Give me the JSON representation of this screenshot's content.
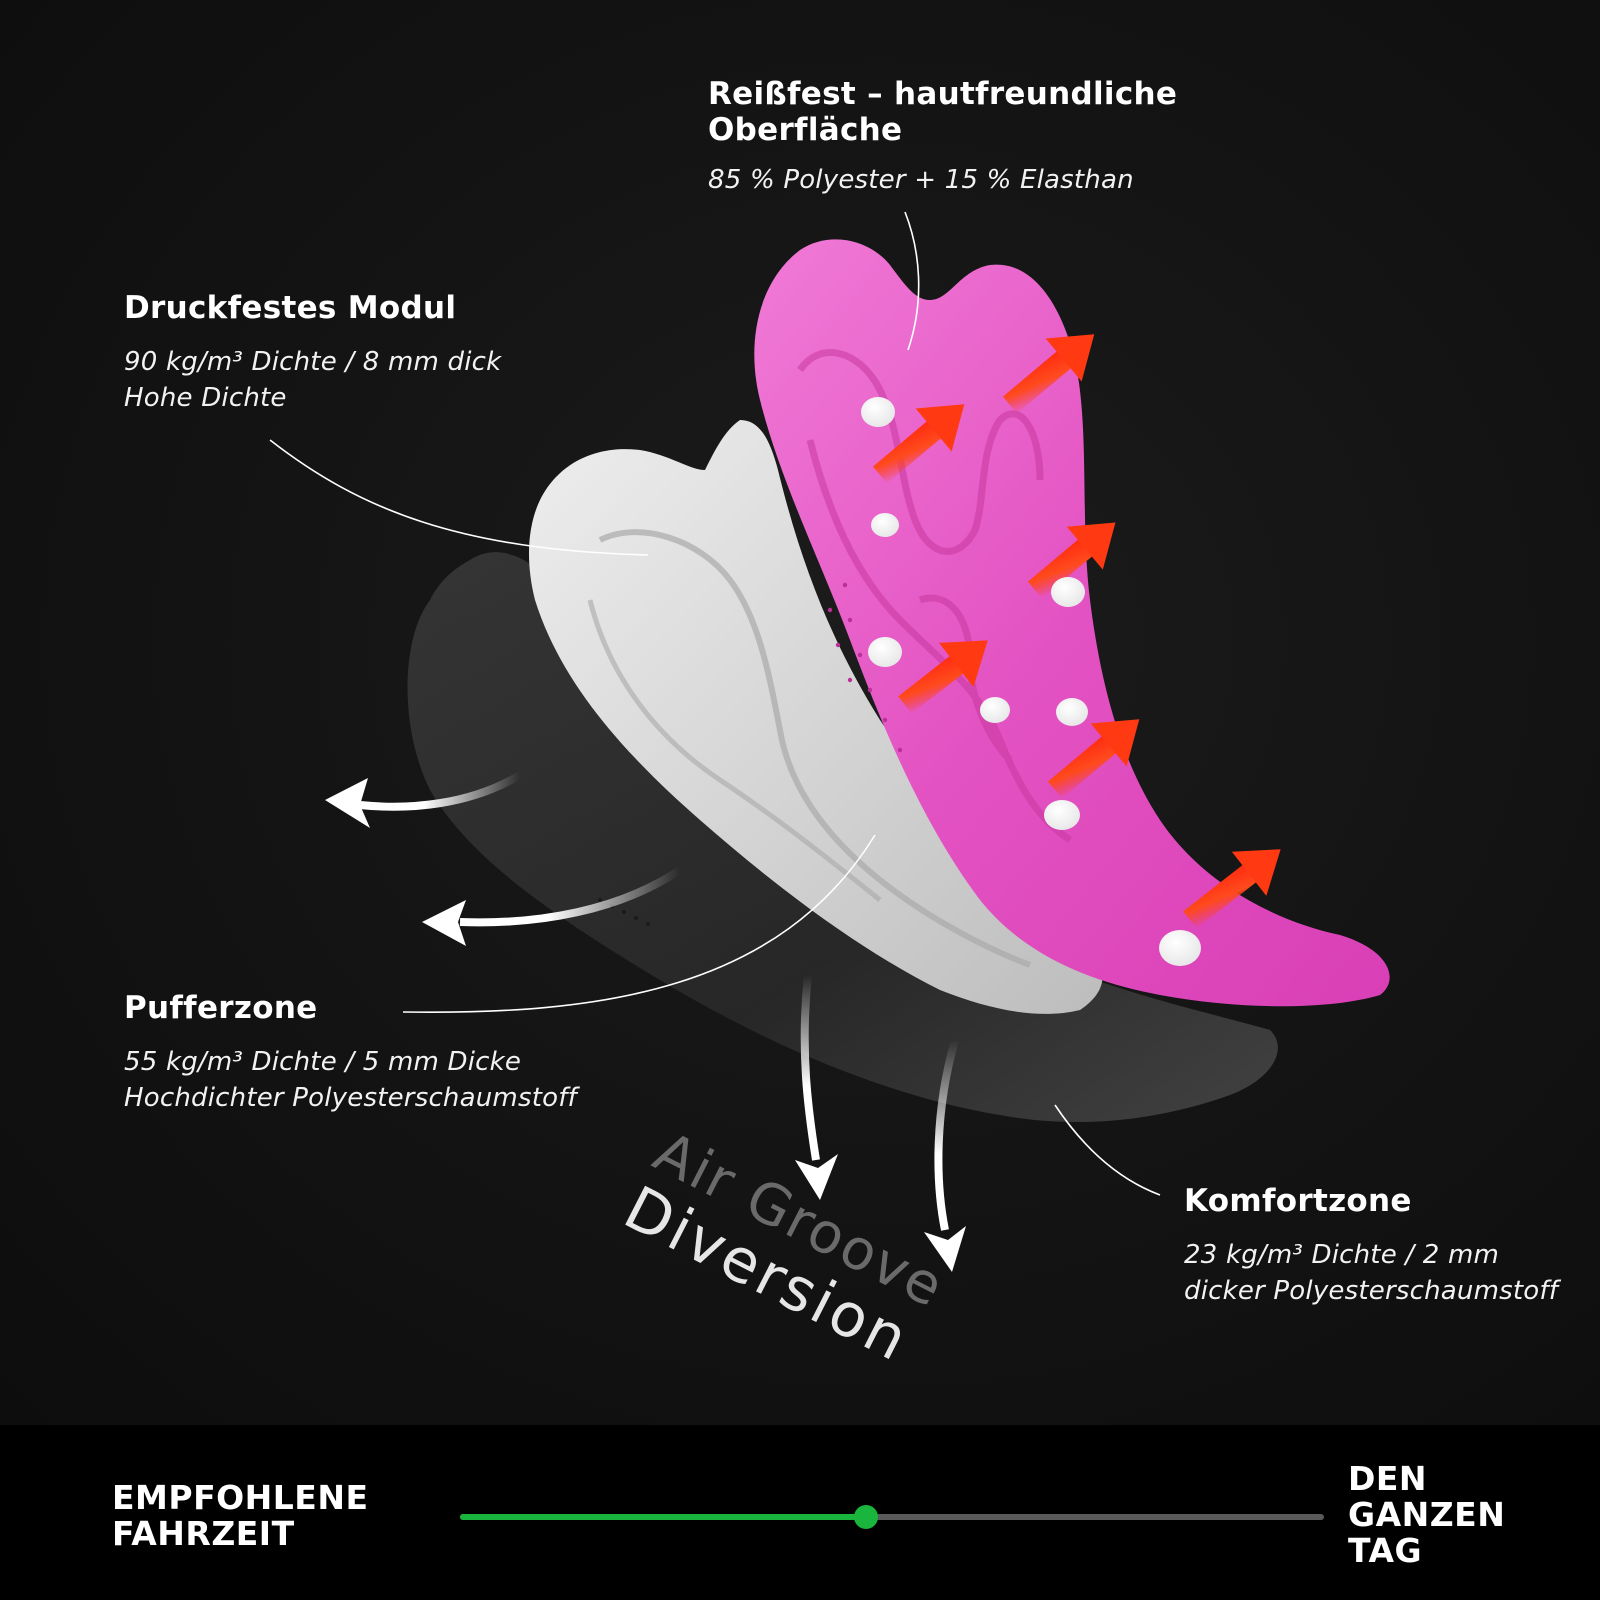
{
  "layers": {
    "top": {
      "title": "Reißfest – hautfreundliche Oberfläche",
      "description": "85 % Polyester + 15 % Elasthan"
    },
    "druck": {
      "title": "Druckfestes Modul",
      "description": "90 kg/m³ Dichte / 8 mm dick Hohe Dichte"
    },
    "puffer": {
      "title": "Pufferzone",
      "description": "55 kg/m³ Dichte / 5 mm Dicke Hochdichter Polyesterschaumstoff"
    },
    "komfort": {
      "title": "Komfortzone",
      "description": "23 kg/m³ Dichte / 2 mm dicker Polyesterschaumstoff"
    }
  },
  "diversion_text": {
    "line1": "Air Groove",
    "line2": "Diversion"
  },
  "footer": {
    "left_label": "EMPFOHLENE FAHRZEIT",
    "right_label": "DEN GANZEN TAG",
    "progress_fraction": 0.47
  },
  "colors": {
    "background": "#121212",
    "pad_pink": "#e85bc8",
    "arrow_orange": "#ff4a1c",
    "progress_green": "#19b53c",
    "track_grey": "#5a5a5a"
  }
}
